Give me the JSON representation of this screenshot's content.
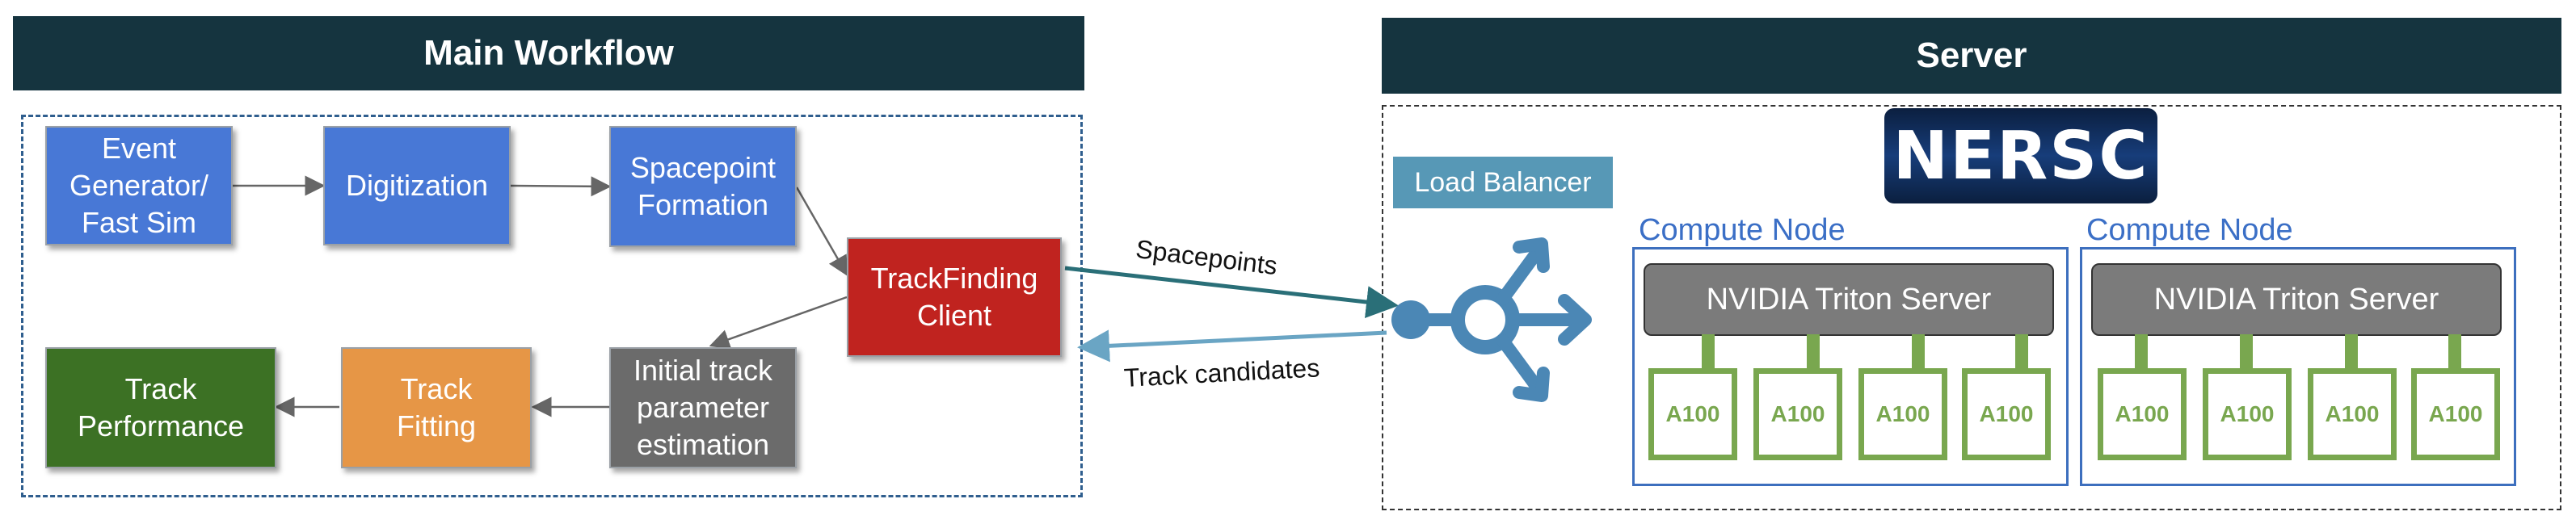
{
  "main_workflow": {
    "title": "Main Workflow",
    "boxes": {
      "event_generator": "Event\nGenerator/\nFast Sim",
      "digitization": "Digitization",
      "spacepoint_formation": "Spacepoint\nFormation",
      "trackfinding_client": "TrackFinding\nClient",
      "initial_track": "Initial track\nparameter\nestimation",
      "track_fitting": "Track\nFitting",
      "track_performance": "Track\nPerformance"
    }
  },
  "edges": {
    "spacepoints": "Spacepoints",
    "track_candidates": "Track candidates"
  },
  "server": {
    "title": "Server",
    "logo_text": "NERSC",
    "load_balancer": "Load Balancer",
    "compute_nodes": [
      {
        "label": "Compute Node",
        "server": "NVIDIA Triton Server",
        "gpus": [
          "A100",
          "A100",
          "A100",
          "A100"
        ]
      },
      {
        "label": "Compute Node",
        "server": "NVIDIA Triton Server",
        "gpus": [
          "A100",
          "A100",
          "A100",
          "A100"
        ]
      }
    ]
  },
  "colors": {
    "header": "#15343f",
    "process_blue": "#4878d6",
    "client_red": "#c0231f",
    "estimation_gray": "#6b6b6b",
    "fitting_orange": "#e69646",
    "performance_green": "#3c7124",
    "load_balancer": "#5798b6",
    "gpu_green": "#79a74f",
    "node_blue": "#3d6fbe"
  }
}
